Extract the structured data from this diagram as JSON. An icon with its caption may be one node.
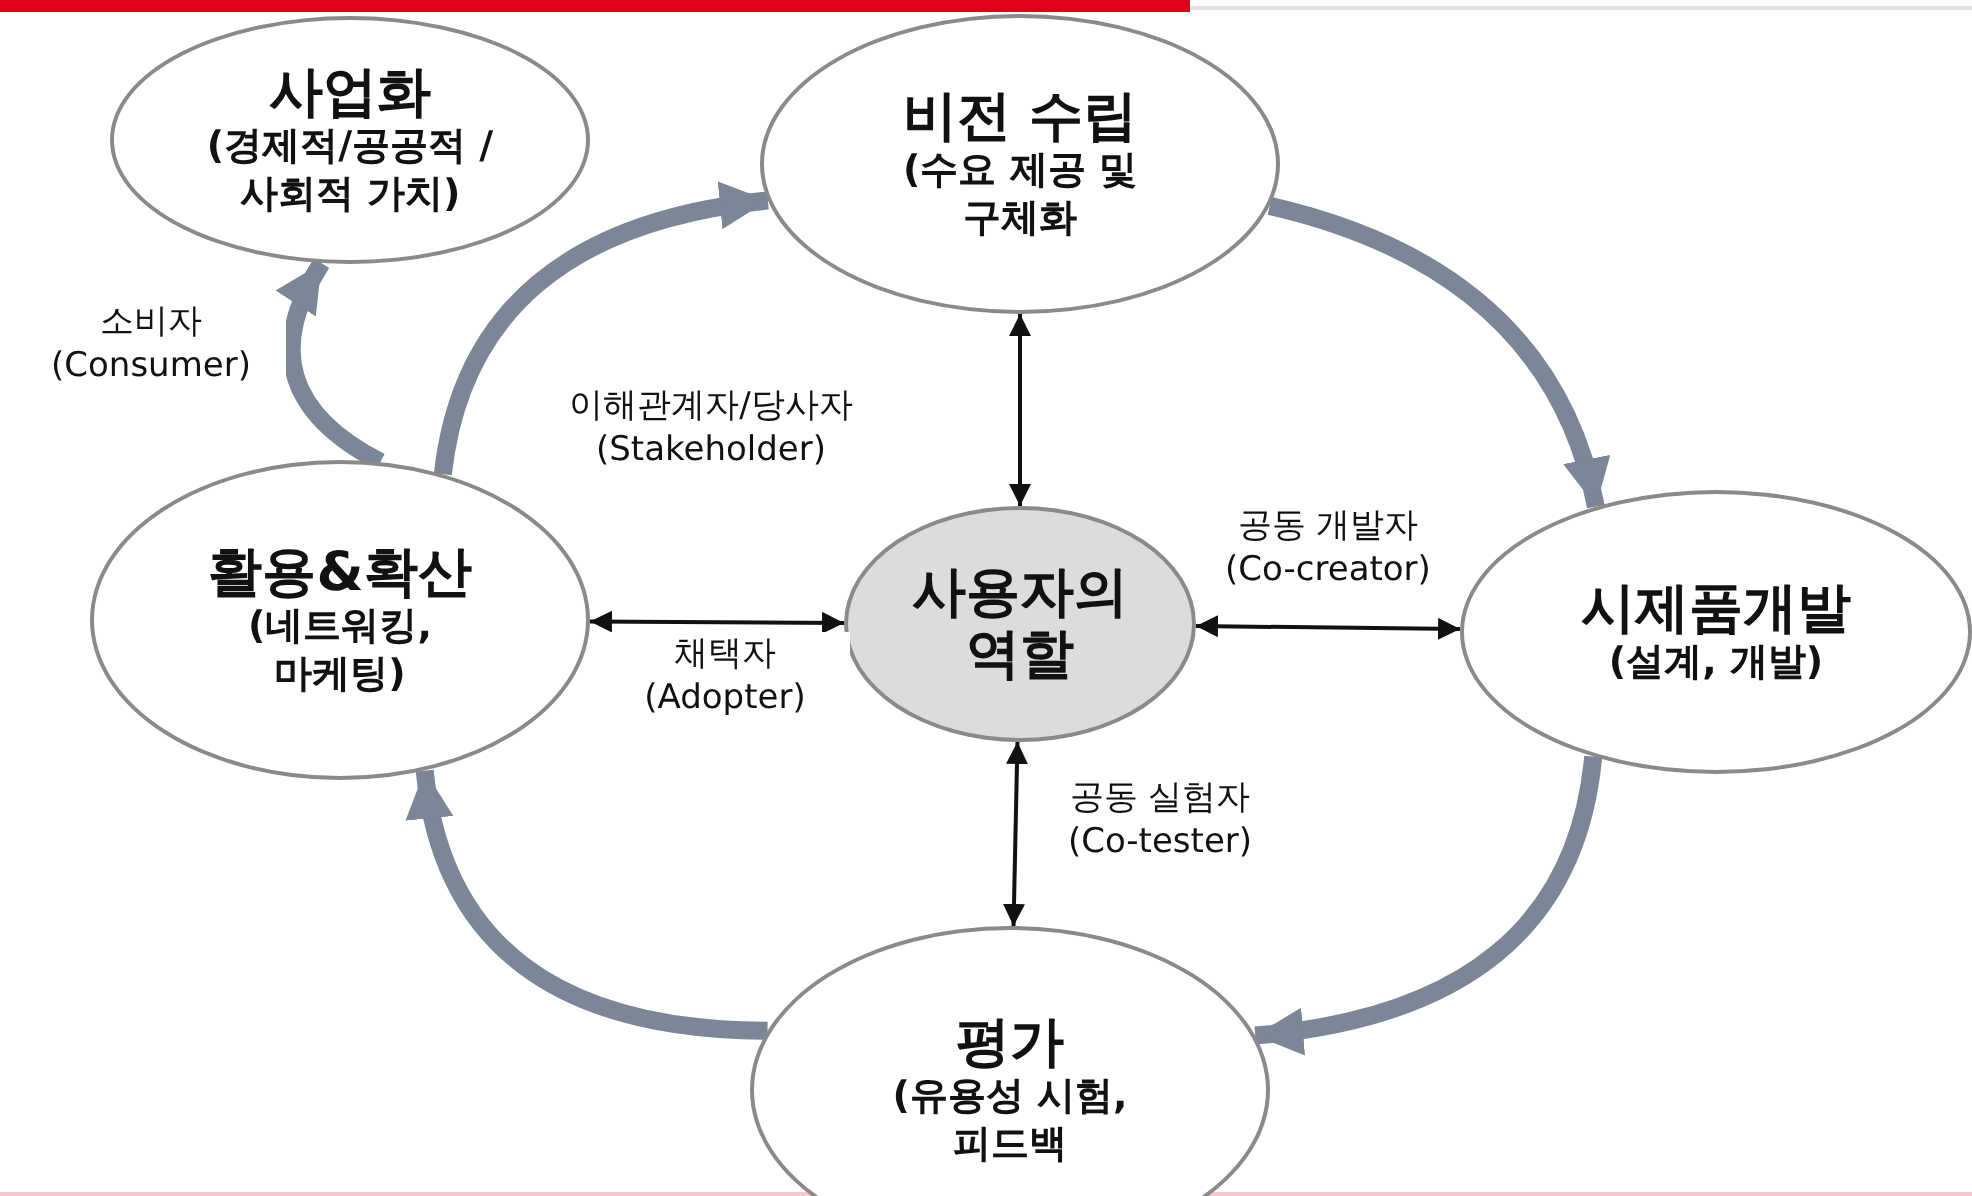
{
  "diagram": {
    "nodes": [
      {
        "text": [
          "사업화",
          "(경제적/공공적 /사회적 가치)"
        ]
      },
      {
        "text": [
          "비전 수립",
          "(수요 제공 및 구체화"
        ]
      },
      {
        "text": [
          "활용&확산",
          "(네트워킹, 마케팅)"
        ]
      },
      {
        "text": [
          "사용자의 역할"
        ]
      },
      {
        "text": [
          "시제품개발",
          "(설계, 개발)"
        ]
      },
      {
        "text": [
          "평가",
          "(유용성 시험, 피드백"
        ]
      }
    ],
    "edges": [
      {
        "from": 2,
        "to": 0,
        "arrow": "to",
        "label": "소비자 (Consumer)"
      },
      {
        "from": 2,
        "to": 1,
        "arrow": "to"
      },
      {
        "from": 1,
        "to": 4,
        "arrow": "to"
      },
      {
        "from": 4,
        "to": 5,
        "arrow": "to"
      },
      {
        "from": 5,
        "to": 2,
        "arrow": "to"
      },
      {
        "from": 3,
        "to": 1,
        "arrow": "both",
        "label": "이해관계자/당사자 (Stakeholder)",
        "color": "#111111"
      },
      {
        "from": 3,
        "to": 4,
        "arrow": "both",
        "label": "공동 개발자 (Co-creator)",
        "color": "#111111"
      },
      {
        "from": 3,
        "to": 5,
        "arrow": "both",
        "label": "공동 실험자 (Co-tester)",
        "color": "#111111"
      },
      {
        "from": 3,
        "to": 2,
        "arrow": "both",
        "label": "채택자 (Adopter)",
        "color": "#111111"
      }
    ]
  }
}
